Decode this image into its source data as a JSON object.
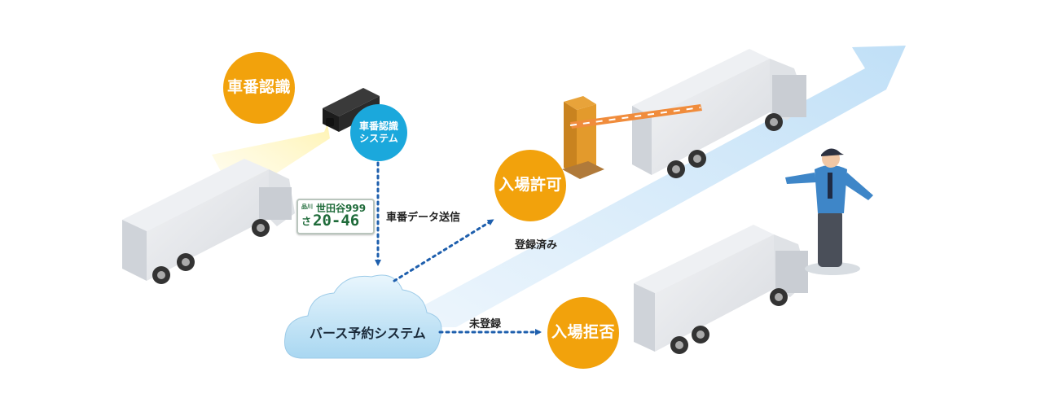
{
  "nodes": {
    "plate_recognition": "車番認識",
    "plate_recognition_system_line1": "車番認識",
    "plate_recognition_system_line2": "システム",
    "entry_permitted": "入場許可",
    "entry_denied": "入場拒否",
    "berth_reservation_system": "バース予約システム"
  },
  "edges": {
    "send_plate_data": "車番データ送信",
    "registered": "登録済み",
    "unregistered": "未登録"
  },
  "license_plate": {
    "prefecture": "品川",
    "region_class": "世田谷999",
    "kana": "さ",
    "number": "20-46"
  },
  "colors": {
    "orange": "#f2a20c",
    "blue_circle": "#1ba8dc",
    "arrow_blue": "#1e5fad",
    "highlight_arrow": "#d6ebfa",
    "cloud": "#c7e5f6"
  }
}
